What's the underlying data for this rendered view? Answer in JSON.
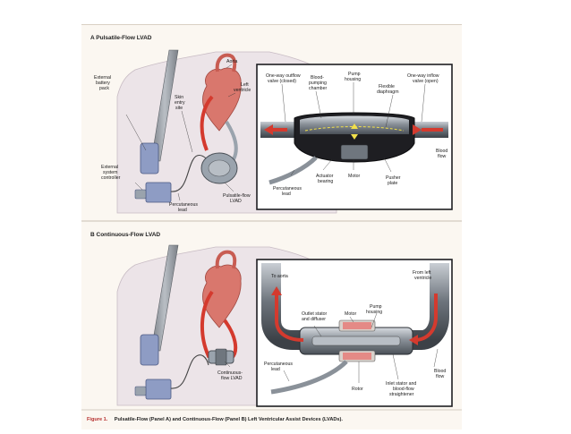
{
  "figure": {
    "panel_a_title": "A  Pulsatile-Flow LVAD",
    "panel_b_title": "B  Continuous-Flow LVAD",
    "caption_prefix": "Figure 1.",
    "caption_text": "Pulsatile-Flow (Panel A) and Continuous-Flow (Panel B) Left Ventricular Assist Devices (LVADs)."
  },
  "panel_a": {
    "body_labels": {
      "aorta": "Aorta",
      "left_ventricle_1": "Left",
      "left_ventricle_2": "ventricle",
      "battery_1": "External",
      "battery_2": "battery",
      "battery_3": "pack",
      "skin_1": "Skin",
      "skin_2": "entry",
      "skin_3": "site",
      "controller_1": "External",
      "controller_2": "system",
      "controller_3": "controller",
      "perc_1": "Percutaneous",
      "perc_2": "lead",
      "pump_1": "Pulsatile-flow",
      "pump_2": "LVAD"
    },
    "inset_labels": {
      "outflow_1": "One-way outflow",
      "outflow_2": "valve (closed)",
      "chamber_1": "Blood-",
      "chamber_2": "pumping",
      "chamber_3": "chamber",
      "housing_1": "Pump",
      "housing_2": "housing",
      "inflow_1": "One-way inflow",
      "inflow_2": "valve (open)",
      "diaphragm_1": "Flexible",
      "diaphragm_2": "diaphragm",
      "flow_1": "Blood",
      "flow_2": "flow",
      "perc_1": "Percutaneous",
      "perc_2": "lead",
      "actuator_1": "Actuator",
      "actuator_2": "bearing",
      "motor": "Motor",
      "pusher_1": "Pusher",
      "pusher_2": "plate"
    }
  },
  "panel_b": {
    "body_labels": {
      "device_1": "Continuous-",
      "device_2": "flow LVAD"
    },
    "inset_labels": {
      "to_aorta": "To aorta",
      "from_lv_1": "From left",
      "from_lv_2": "ventricle",
      "motor": "Motor",
      "housing_1": "Pump",
      "housing_2": "housing",
      "stator_1": "Outlet stator",
      "stator_2": "and diffuser",
      "flow_1": "Blood",
      "flow_2": "flow",
      "perc_1": "Percutaneous",
      "perc_2": "lead",
      "rotor": "Rotor",
      "inlet_1": "Inlet stator and",
      "inlet_2": "blood-flow",
      "inlet_3": "straightener"
    }
  },
  "colors": {
    "background": "#fbf7f1",
    "body_skin": "#ece4e8",
    "heart": "#d9776d",
    "blood_red": "#d43a2e",
    "device_blue": "#8e9cc4",
    "device_grey": "#9aa3ad",
    "inset_dark": "#1e1e22",
    "caption_red": "#b6302f"
  }
}
